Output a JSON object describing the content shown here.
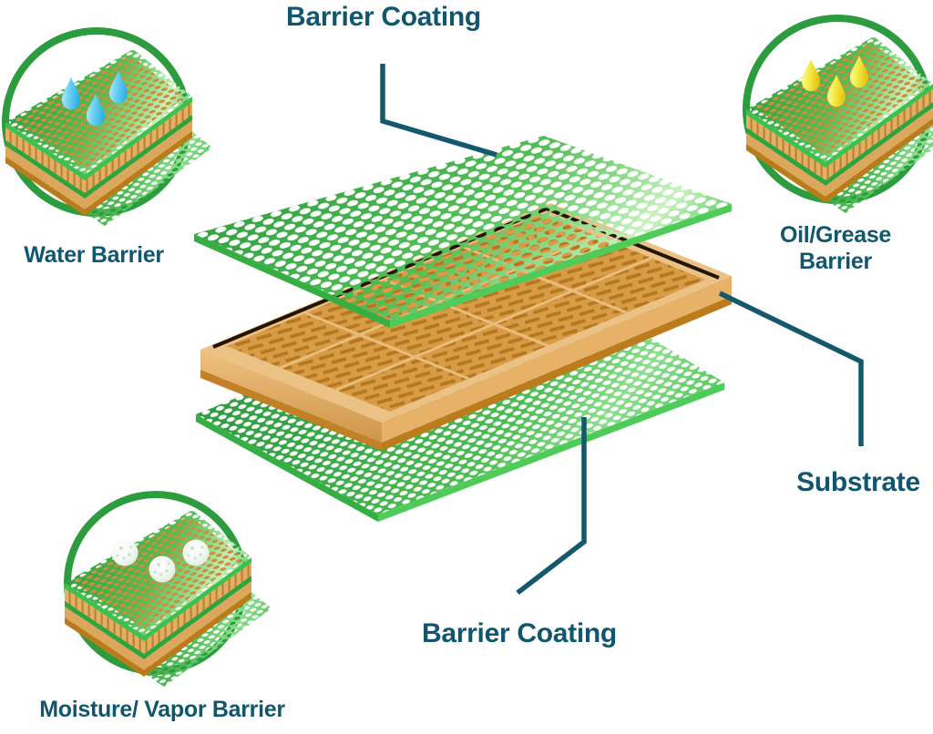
{
  "diagram": {
    "top_label": "Barrier Coating",
    "bottom_label": "Barrier Coating",
    "substrate_label": "Substrate",
    "callouts": [
      {
        "id": "water",
        "label": "Water Barrier",
        "icon": "water-droplets-icon"
      },
      {
        "id": "oil",
        "label_line1": "Oil/Grease",
        "label_line2": "Barrier",
        "icon": "oil-droplets-icon"
      },
      {
        "id": "moisture",
        "label": "Moisture/ Vapor Barrier",
        "icon": "moisture-spheres-icon"
      }
    ]
  },
  "colors": {
    "background": "#FFFFFF",
    "text": "#11566F",
    "connector": "#14586D",
    "ring_green": "#2D9C3E",
    "sheet_green_dark": "#2B9539",
    "sheet_green_light": "#C9F2C0",
    "sheet_edge_green": "#4FCB5A",
    "substrate_frame_tan": "#EBC185",
    "substrate_flute_orange": "#B5781F",
    "substrate_side_tan": "#E7B267",
    "substrate_lip_orange": "#BC7C1E",
    "water_blue": "#2FB0E6",
    "oil_yellow": "#F5EE47",
    "moisture_white": "#F4F8F2"
  }
}
